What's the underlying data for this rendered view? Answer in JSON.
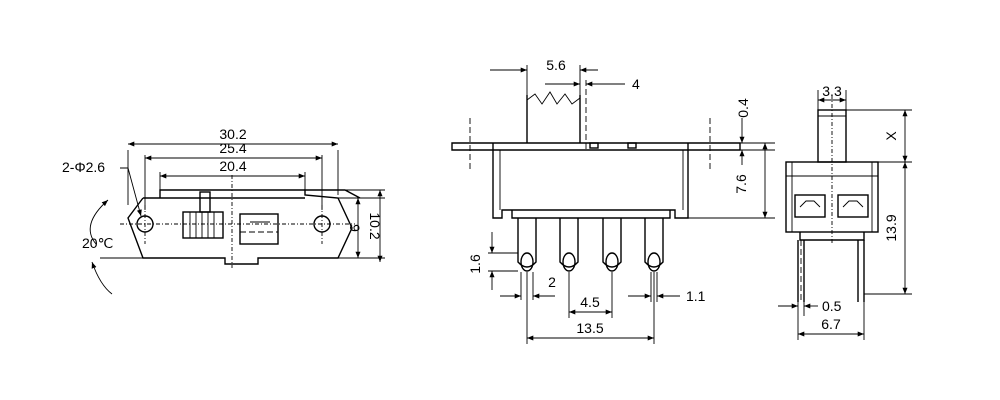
{
  "front_view": {
    "dim_overall": "30.2",
    "dim_holes": "25.4",
    "dim_body": "20.4",
    "hole_callout": "2-Φ2.6",
    "angle": "20℃",
    "dim_height_inner": "9",
    "dim_height_outer": "10.2"
  },
  "side_view": {
    "dim_actuator": "5.6",
    "dim_offset": "4",
    "dim_tab": "0.4",
    "dim_body_height": "7.6",
    "dim_pin_loop": "1.6",
    "dim_pin_width": "2",
    "dim_pin_pitch": "4.5",
    "dim_pin_thickness": "1.1",
    "dim_pin_span": "13.5"
  },
  "end_view": {
    "dim_actuator_width": "3.3",
    "dim_x": "X",
    "dim_height": "13.9",
    "dim_pin": "0.5",
    "dim_width": "6.7"
  }
}
